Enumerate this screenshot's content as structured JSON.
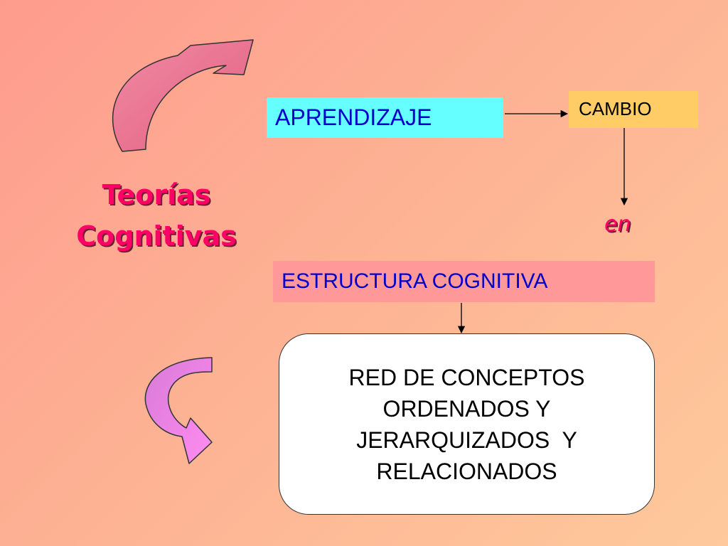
{
  "title": {
    "lines": [
      "Teorías",
      "Cognitivas"
    ]
  },
  "boxes": {
    "aprendizaje": "APRENDIZAJE",
    "cambio": "CAMBIO",
    "estructura": "ESTRUCTURA COGNITIVA",
    "red": {
      "lines": [
        "RED DE CONCEPTOS",
        "ORDENADOS Y",
        "JERARQUIZADOS  Y",
        "RELACIONADOS"
      ]
    }
  },
  "connector_label": "en",
  "decorations": {
    "top_arrow": {
      "icon": "curved-arrow-icon",
      "color": "#ef6f8f"
    },
    "bottom_arrow": {
      "icon": "curved-arrow-icon",
      "color": "#ef7fe6"
    }
  }
}
